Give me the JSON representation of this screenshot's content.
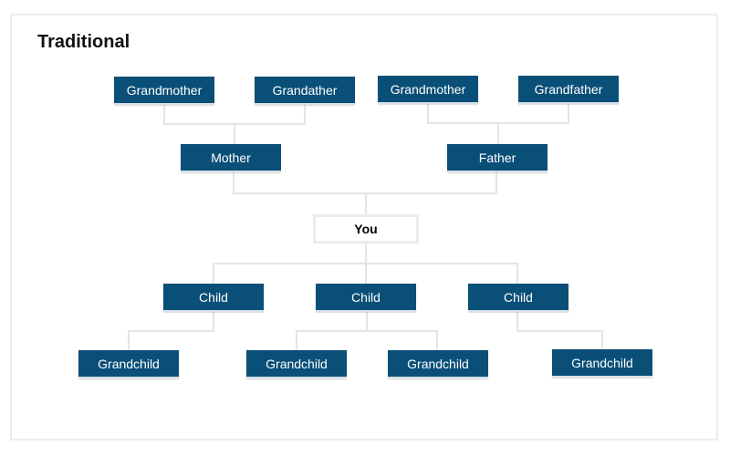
{
  "title": "Traditional",
  "colors": {
    "node_fill": "#0a4f77",
    "node_text": "#ffffff",
    "connector": "#e4e4e4",
    "frame_border": "#ececec"
  },
  "nodes": {
    "maternal_grandmother": "Grandmother",
    "maternal_grandfather": "Grandather",
    "paternal_grandmother": "Grandmother",
    "paternal_grandfather": "Grandfather",
    "mother": "Mother",
    "father": "Father",
    "you": "You",
    "child_1": "Child",
    "child_2": "Child",
    "child_3": "Child",
    "grandchild_1": "Grandchild",
    "grandchild_2": "Grandchild",
    "grandchild_3": "Grandchild",
    "grandchild_4": "Grandchild"
  }
}
